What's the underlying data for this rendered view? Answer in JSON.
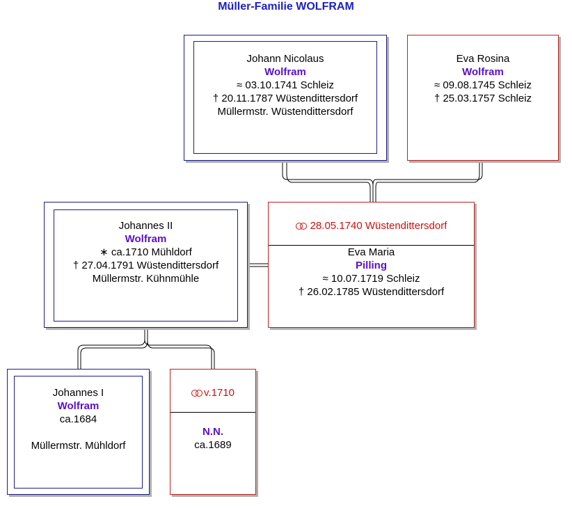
{
  "title": {
    "prefix": "Müller-Familie",
    "name": "WOLFRAM"
  },
  "colors": {
    "male_border": "#1c1c88",
    "female_border": "#c02020",
    "surname": "#5a10c8",
    "marriage": "#d01010",
    "title": "#1f1fc4"
  },
  "icons": {
    "baptism": "≈",
    "death": "†",
    "birth": "∗",
    "marriage": "marriage-rings-icon"
  },
  "persons": {
    "johann_nicolaus": {
      "given": "Johann Nicolaus",
      "surname": "Wolfram",
      "baptism": "≈  03.10.1741 Schleiz",
      "death": "†  20.11.1787 Wüstendittersdorf",
      "occupation": "Müllermstr. Wüstendittersdorf"
    },
    "eva_rosina": {
      "given": "Eva Rosina",
      "surname": "Wolfram",
      "baptism": "≈  09.08.1745 Schleiz",
      "death": "†  25.03.1757 Schleiz"
    },
    "johannes_ii": {
      "given": "Johannes II",
      "surname": "Wolfram",
      "birth": "∗ ca.1710 Mühldorf",
      "death": "†  27.04.1791 Wüstendittersdorf",
      "occupation": "Müllermstr. Kühnmühle"
    },
    "eva_maria": {
      "marriage": "28.05.1740 Wüstendittersdorf",
      "given": "Eva Maria",
      "surname": "Pilling",
      "baptism": "≈  10.07.1719 Schleiz",
      "death": "†  26.02.1785 Wüstendittersdorf"
    },
    "johannes_i": {
      "given": "Johannes I",
      "surname": "Wolfram",
      "birth": "ca.1684",
      "occupation": "Müllermstr. Mühldorf"
    },
    "nn": {
      "marriage": "v.1710",
      "surname": "N.N.",
      "birth": "ca.1689"
    }
  }
}
